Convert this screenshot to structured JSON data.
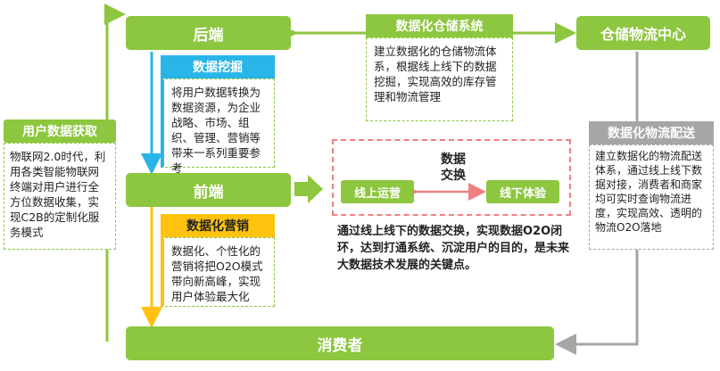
{
  "backend": {
    "label": "后端"
  },
  "storage_system": {
    "title": "数据化仓储系统",
    "text": "建立数据化的仓储物流体系，根据线上线下的数据挖掘，实现高效的库存管理和物流管理"
  },
  "warehouse": {
    "label": "仓储物流中心"
  },
  "data_mining": {
    "title": "数据挖掘",
    "text": "将用户数据转换为数据资源，为企业战略、市场、组织、管理、营销等带来一系列重要参考"
  },
  "user_data": {
    "title": "用户数据获取",
    "text": "物联网2.0时代，利用各类智能物联网终端对用户进行全方位数据收集，实现C2B的定制化服务模式"
  },
  "frontend": {
    "label": "前端"
  },
  "o2o": {
    "exchange_label": "数据交换",
    "online": "线上运营",
    "offline": "线下体验",
    "summary": "通过线上线下的数据交换，实现数据O2O闭环，达到打通系统、沉淀用户的目的，是未来大数据技术发展的关键点。"
  },
  "marketing": {
    "title": "数据化营销",
    "text": "数据化、个性化的营销将把O2O模式带向新高峰，实现用户体验最大化"
  },
  "logistics": {
    "title": "数据化物流配送",
    "text": "建立数据化的物流配送体系，通过线上线下数据对接，消费者和商家均可实时查询物流进度，实现高效、透明的物流O2O落地"
  },
  "consumer": {
    "label": "消费者"
  },
  "colors": {
    "green": "#8dc63f",
    "blue": "#29b5e8",
    "yellow": "#ffc20e",
    "grey": "#a6a6a6",
    "pink": "#f08080"
  }
}
